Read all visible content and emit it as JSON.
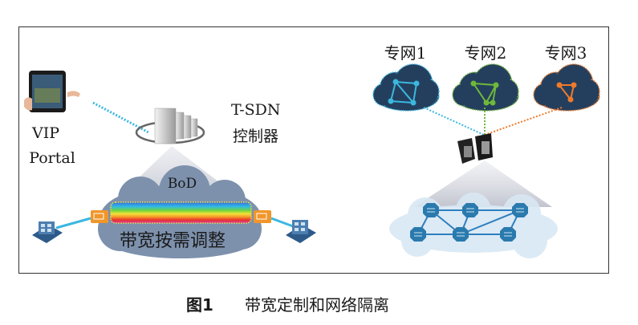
{
  "left": {
    "portal_line1": "VIP",
    "portal_line2": "Portal",
    "controller_line1": "T-SDN",
    "controller_line2": "控制器",
    "bod_label": "BoD",
    "bandwidth_label": "带宽按需调整"
  },
  "right": {
    "networks": [
      {
        "label": "专网1",
        "color": "#3bb8e0"
      },
      {
        "label": "专网2",
        "color": "#6fb83a"
      },
      {
        "label": "专网3",
        "color": "#f07a2a"
      }
    ]
  },
  "caption": {
    "number": "图1",
    "title": "带宽定制和网络隔离"
  }
}
